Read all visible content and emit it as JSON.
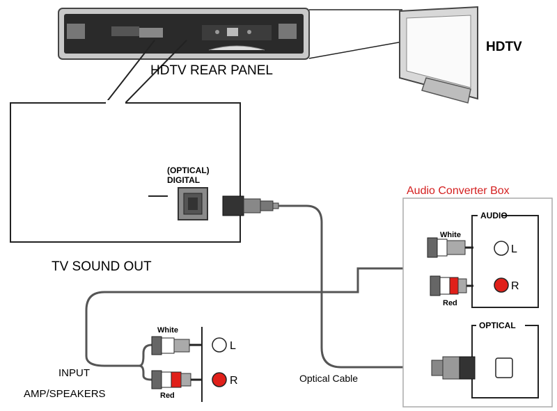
{
  "labels": {
    "hdtv": "HDTV",
    "rear_panel": "HDTV REAR PANEL",
    "tv_sound_out": "TV SOUND OUT",
    "optical_digital_line1": "(OPTICAL)",
    "optical_digital_line2": "DIGITAL",
    "converter_title": "Audio Converter Box",
    "audio_section": "AUDIO",
    "optical_section": "OPTICAL",
    "white": "White",
    "red": "Red",
    "left": "L",
    "right": "R",
    "optical_cable": "Optical Cable",
    "input_line1": "INPUT",
    "input_line2": "AMP/SPEAKERS"
  },
  "colors": {
    "red_jack": "#e0201a",
    "title_red": "#d42020",
    "cable": "#555555"
  }
}
